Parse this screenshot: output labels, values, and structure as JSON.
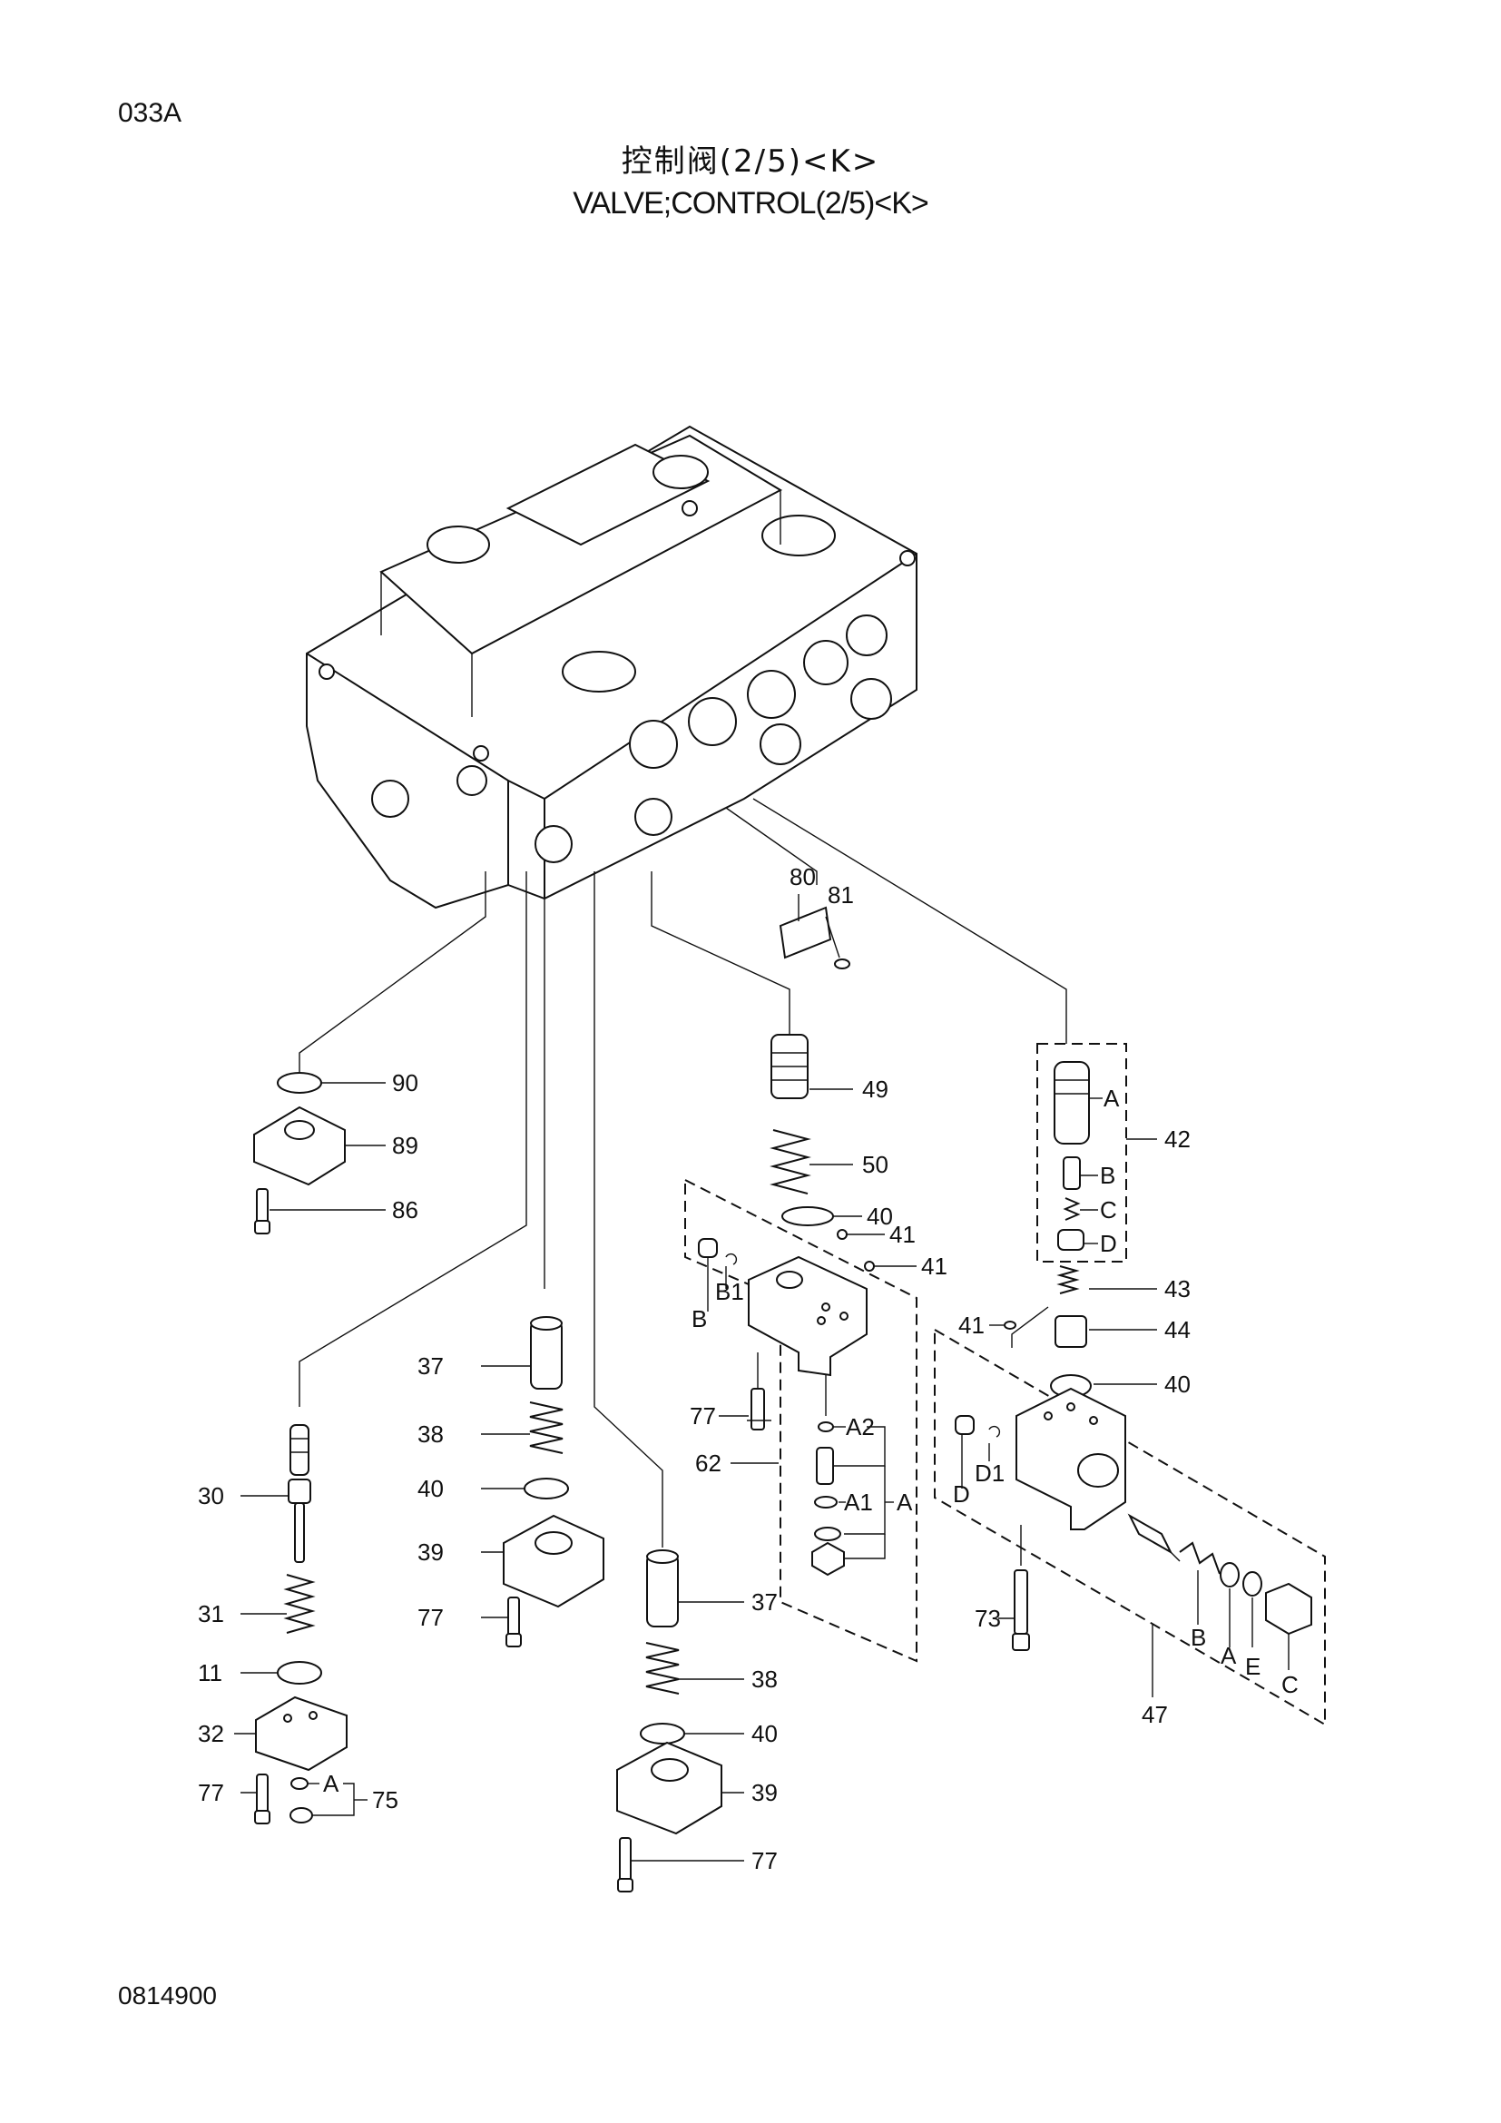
{
  "header": {
    "page_code": "033A",
    "title_cn": "控制阀(2/5)<K>",
    "title_en": "VALVE;CONTROL(2/5)<K>"
  },
  "footer": {
    "drawing_number": "0814900"
  },
  "callouts": {
    "c90": "90",
    "c89": "89",
    "c86": "86",
    "c80": "80",
    "c81": "81",
    "c49": "49",
    "c50": "50",
    "c42": "42",
    "c42a": "A",
    "c42b": "B",
    "c42c": "C",
    "c42d": "D",
    "c43": "43",
    "c44": "44",
    "c40r": "40",
    "c41r": "41",
    "c40m": "40",
    "c41m1": "41",
    "c41m2": "41",
    "c62b": "B",
    "c62b1": "B1",
    "c77m": "77",
    "c62": "62",
    "c62a2": "A2",
    "c62a1": "A1",
    "c62a": "A",
    "c37a": "37",
    "c38a": "38",
    "c40a": "40",
    "c39a": "39",
    "c77a": "77",
    "c30": "30",
    "c31": "31",
    "c11": "11",
    "c32": "32",
    "c77l": "77",
    "c75": "75",
    "c75a": "A",
    "c37b": "37",
    "c38b": "38",
    "c40b": "40",
    "c39b": "39",
    "c77b": "77",
    "c47d": "D",
    "c47d1": "D1",
    "c73": "73",
    "c47b": "B",
    "c47a": "A",
    "c47e": "E",
    "c47c": "C",
    "c47": "47"
  }
}
